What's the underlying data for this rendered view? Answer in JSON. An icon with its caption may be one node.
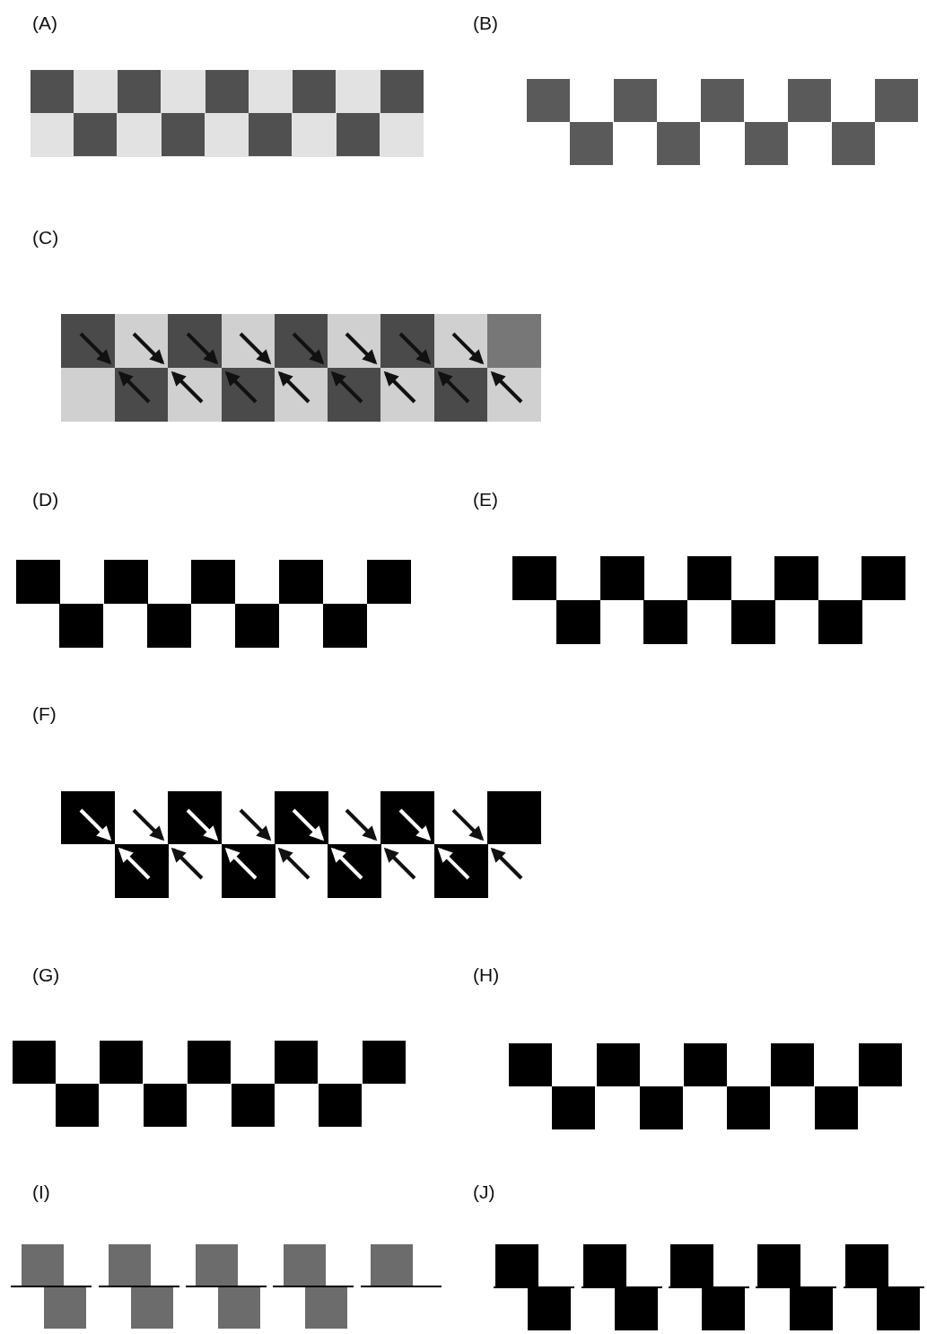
{
  "diagram": {
    "labels": [
      "(A)",
      "(B)",
      "(C)",
      "(D)",
      "(E)",
      "(F)",
      "(G)",
      "(H)",
      "(I)",
      "(J)"
    ]
  }
}
